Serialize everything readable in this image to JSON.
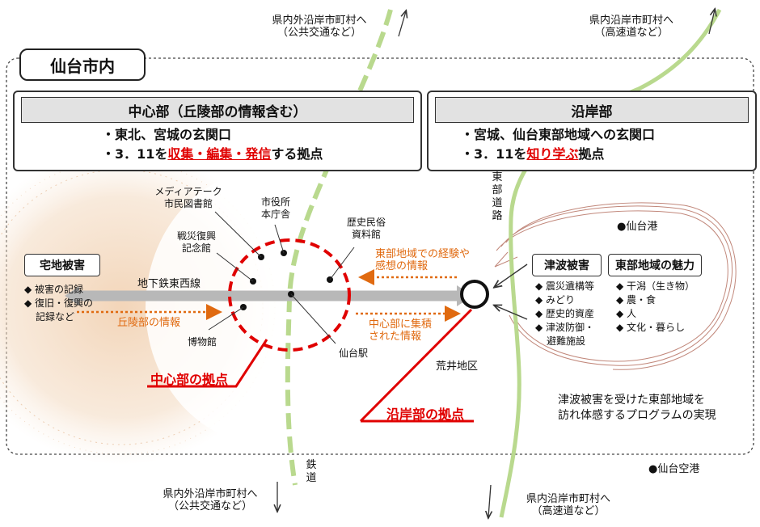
{
  "area_title": "仙台市内",
  "central": {
    "header": "中心部（丘陵部の情報含む）",
    "line1": "・東北、宮城の玄関口",
    "line2_pre": "・3．11を",
    "line2_hl": "収集・編集・発信",
    "line2_post": "する拠点"
  },
  "coastal": {
    "header": "沿岸部",
    "line1": "・宮城、仙台東部地域への玄関口",
    "line2_pre": "・3．11を",
    "line2_hl": "知り学ぶ",
    "line2_post": "拠点"
  },
  "ext": {
    "top_left_1": "県内外沿岸市町村へ",
    "top_left_2": "（公共交通など）",
    "top_right_1": "県内沿岸市町村へ",
    "top_right_2": "（高速道など）",
    "bottom_left_1": "県内外沿岸市町村へ",
    "bottom_left_2": "（公共交通など）",
    "bottom_right_1": "県内沿岸市町村へ",
    "bottom_right_2": "（高速道など）"
  },
  "facilities": {
    "mediatheque_1": "メディアテーク",
    "mediatheque_2": "市民図書館",
    "cityhall_1": "市役所",
    "cityhall_2": "本庁舎",
    "warmemorial_1": "戦災復興",
    "warmemorial_2": "記念館",
    "folk_1": "歴史民俗",
    "folk_2": "資料館",
    "museum": "博物館",
    "station": "仙台駅"
  },
  "residential": {
    "title": "宅地被害",
    "items": [
      "被害の記録",
      "復旧・復興の",
      "記録など"
    ]
  },
  "subway": "地下鉄東西線",
  "hill_info": "丘陵部の情報",
  "east_exp_1": "東部地域での経験や",
  "east_exp_2": "感想の情報",
  "central_info_1": "中心部に集積",
  "central_info_2": "された情報",
  "central_base": "中心部の拠点",
  "coastal_base": "沿岸部の拠点",
  "arai": "荒井地区",
  "east_road": "東部道路",
  "railway": "鉄道",
  "sendai_port": "●仙台港",
  "sendai_airport": "●仙台空港",
  "tsunami": {
    "title": "津波被害",
    "items": [
      "震災遺構等",
      "みどり",
      "歴史的資産",
      "津波防御・",
      "避難施設"
    ]
  },
  "east_charm": {
    "title": "東部地域の魅力",
    "items": [
      "干潟（生き物）",
      "農・食",
      "人",
      "文化・暮らし"
    ]
  },
  "program_1": "津波被害を受けた東部地域を",
  "program_2": "訪れ体感するプログラムの実現",
  "colors": {
    "rail_green": "#b9d98e",
    "red": "#e00000",
    "orange": "#e06a10",
    "subway_gray": "#b8b8b8",
    "sketch_brown": "#b26a5a",
    "blush": "#e8b98a"
  }
}
